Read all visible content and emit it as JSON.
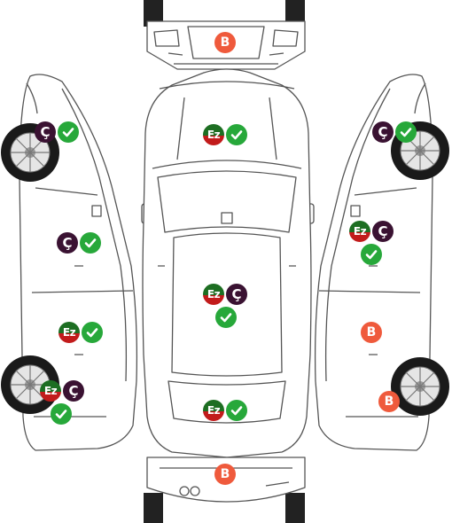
{
  "colors": {
    "check": "#27a83a",
    "c_mark": "#3a1232",
    "ez_top": "#1d6e22",
    "ez_bottom": "#c21b1b",
    "b_mark": "#ef5a3c",
    "outline": "#555555"
  },
  "labels": {
    "check": "✓",
    "c": "Ç",
    "ez": "Ez",
    "b": "B"
  },
  "panels": {
    "front_bumper": "B",
    "hood": "Ez ✓",
    "roof": "Ez Ç ✓",
    "trunk": "Ez ✓",
    "rear_bumper": "B",
    "left_front_fender": "Ç ✓",
    "left_front_door": "Ç ✓",
    "left_rear_door": "Ez ✓",
    "left_rear_fender": "Ez Ç ✓",
    "right_front_fender": "Ç ✓",
    "right_front_door": "Ez Ç ✓",
    "right_rear_door": "B",
    "right_rear_fender": "B"
  }
}
